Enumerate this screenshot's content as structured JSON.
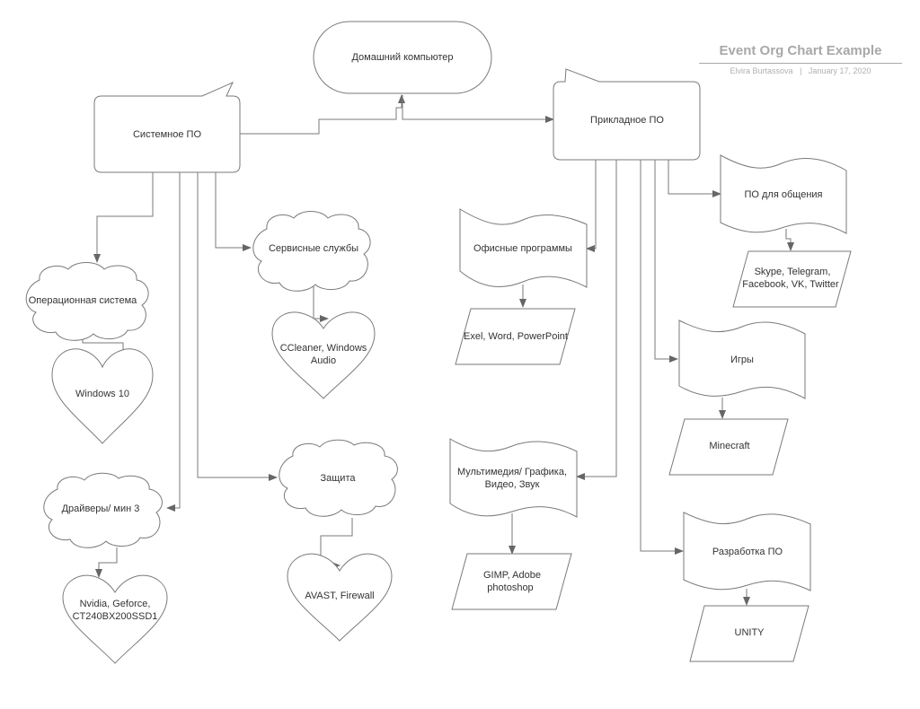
{
  "header": {
    "title": "Event Org Chart Example",
    "author": "Elvira Burtassova",
    "separator": "|",
    "date": "January 17, 2020"
  },
  "colors": {
    "stroke": "#7a7a7a",
    "text": "#333333",
    "header_text": "#a8a8a8"
  },
  "nodes": {
    "root": {
      "label": "Домашний компьютер",
      "shape": "terminator"
    },
    "system_sw": {
      "label": "Системное ПО",
      "shape": "callout"
    },
    "applied_sw": {
      "label": "Прикладное ПО",
      "shape": "callout"
    },
    "os": {
      "label": "Операционная система",
      "shape": "cloud"
    },
    "os_item": {
      "label": "Windows 10",
      "shape": "heart"
    },
    "service": {
      "label": "Сервисные службы",
      "shape": "cloud"
    },
    "service_item": {
      "lines": [
        "CCleaner, Windows",
        "Audio"
      ],
      "shape": "heart"
    },
    "drivers": {
      "label": "Драйверы/ мин 3",
      "shape": "cloud"
    },
    "drivers_item": {
      "lines": [
        "Nvidia, Geforce,",
        "CT240BX200SSD1"
      ],
      "shape": "heart"
    },
    "protection": {
      "label": "Защита",
      "shape": "cloud"
    },
    "protection_item": {
      "label": "AVAST, Firewall",
      "shape": "heart"
    },
    "office": {
      "label": "Офисные программы",
      "shape": "tape"
    },
    "office_item": {
      "label": "Exel, Word, PowerPoint",
      "shape": "parallelogram"
    },
    "multimedia": {
      "lines": [
        "Мультимедия/ Графика,",
        "Видео, Звук"
      ],
      "shape": "tape"
    },
    "multimedia_item": {
      "lines": [
        "GIMP,  Adobe",
        "photoshop"
      ],
      "shape": "parallelogram"
    },
    "comm": {
      "label": "ПО для общения",
      "shape": "tape"
    },
    "comm_item": {
      "lines": [
        "Skype, Telegram,",
        "Facebook, VK, Twitter"
      ],
      "shape": "parallelogram"
    },
    "games": {
      "label": "Игры",
      "shape": "tape"
    },
    "games_item": {
      "label": "Minecraft",
      "shape": "parallelogram"
    },
    "dev": {
      "label": "Разработка ПО",
      "shape": "tape"
    },
    "dev_item": {
      "label": "UNITY",
      "shape": "parallelogram"
    }
  },
  "edges": [
    {
      "from": "system_sw",
      "to": "root"
    },
    {
      "from": "root",
      "to": "applied_sw"
    },
    {
      "from": "system_sw",
      "to": "os"
    },
    {
      "from": "system_sw",
      "to": "service"
    },
    {
      "from": "system_sw",
      "to": "drivers"
    },
    {
      "from": "system_sw",
      "to": "protection"
    },
    {
      "from": "os",
      "to": "os_item"
    },
    {
      "from": "service",
      "to": "service_item"
    },
    {
      "from": "drivers",
      "to": "drivers_item"
    },
    {
      "from": "protection",
      "to": "protection_item"
    },
    {
      "from": "applied_sw",
      "to": "office"
    },
    {
      "from": "applied_sw",
      "to": "multimedia"
    },
    {
      "from": "applied_sw",
      "to": "comm"
    },
    {
      "from": "applied_sw",
      "to": "games"
    },
    {
      "from": "applied_sw",
      "to": "dev"
    },
    {
      "from": "office",
      "to": "office_item"
    },
    {
      "from": "multimedia",
      "to": "multimedia_item"
    },
    {
      "from": "comm",
      "to": "comm_item"
    },
    {
      "from": "games",
      "to": "games_item"
    },
    {
      "from": "dev",
      "to": "dev_item"
    }
  ]
}
